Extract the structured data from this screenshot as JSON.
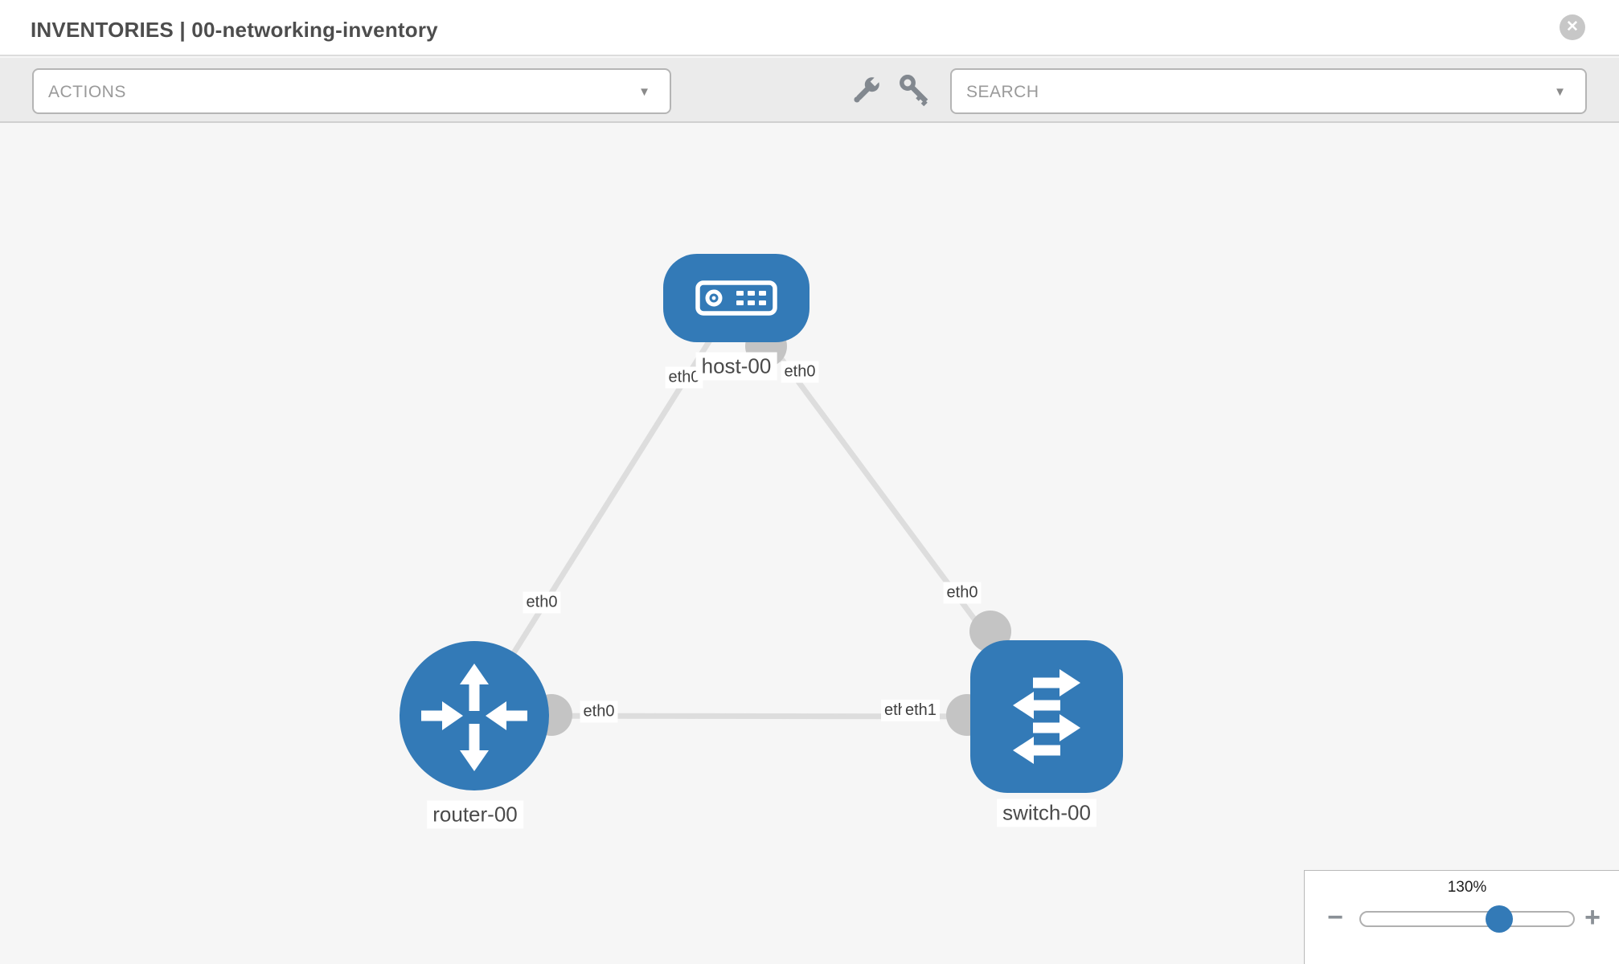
{
  "header": {
    "title": "INVENTORIES | 00-networking-inventory",
    "close_label": "✕"
  },
  "toolbar": {
    "actions": {
      "value": "ACTIONS",
      "caret": "▼"
    },
    "search": {
      "value": "SEARCH",
      "caret": "▼"
    },
    "tool_icons": [
      {
        "name": "wrench-icon"
      },
      {
        "name": "key-icon"
      }
    ]
  },
  "topology": {
    "nodes": [
      {
        "id": "host-00",
        "type": "host",
        "label": "host-00"
      },
      {
        "id": "router-00",
        "type": "router",
        "label": "router-00"
      },
      {
        "id": "switch-00",
        "type": "switch",
        "label": "switch-00"
      }
    ],
    "links": [
      {
        "from": "host-00",
        "to": "router-00",
        "from_port": "eth0",
        "to_port": "eth0"
      },
      {
        "from": "host-00",
        "to": "switch-00",
        "from_port": "eth0",
        "to_port": "eth0"
      },
      {
        "from": "router-00",
        "to": "switch-00",
        "from_port": "eth0",
        "to_ports_overlapping": [
          "eth0",
          "eth1"
        ]
      }
    ],
    "port_labels": {
      "host_end_left": "eth0",
      "host_end_right": "eth0",
      "router_end_upper": "eth0",
      "switch_end_upper": "eth0",
      "router_end_horizontal": "eth0",
      "switch_end_back": "eth0",
      "switch_end_front": "eth1"
    }
  },
  "zoom_control": {
    "level": "130%",
    "minus_label": "−",
    "plus_label": "+"
  },
  "colors": {
    "node_blue": "#337ab7",
    "link_gray": "#dddddd",
    "port_gray": "#c4c4c4",
    "canvas_bg": "#f6f6f6",
    "toolbar_bg": "#ebebeb",
    "header_text": "#4d4d4d"
  }
}
